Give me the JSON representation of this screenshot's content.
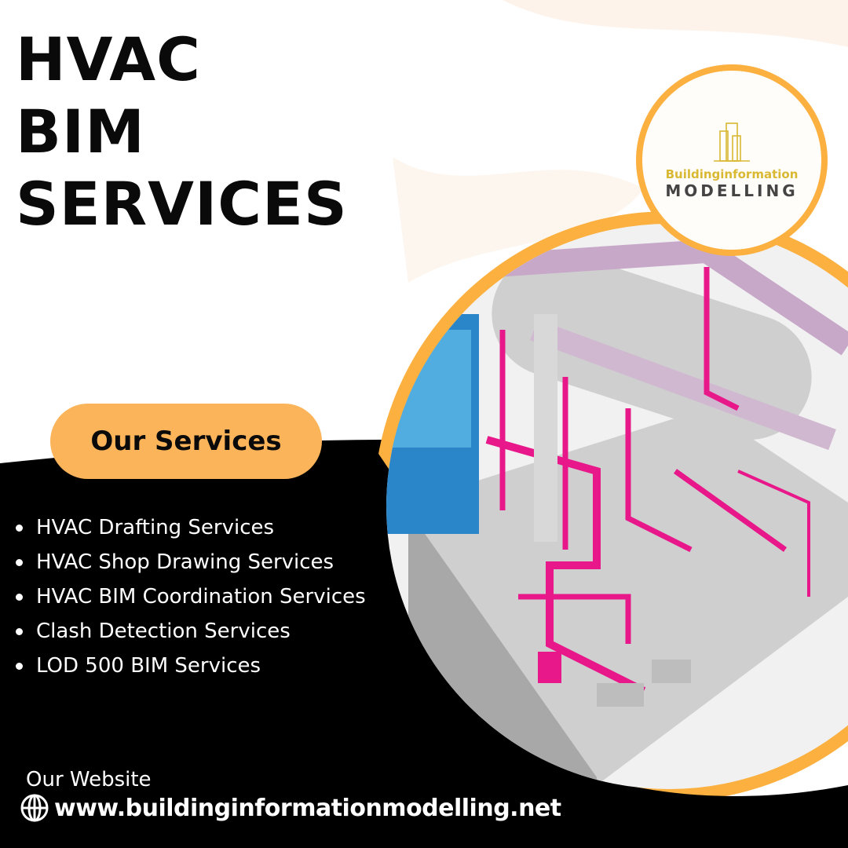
{
  "title_lines": [
    "HVAC",
    "BIM",
    "SERVICES"
  ],
  "services_button": "Our Services",
  "services": [
    "HVAC Drafting Services",
    "HVAC Shop Drawing Services",
    "HVAC BIM Coordination Services",
    "Clash Detection Services",
    "LOD 500 BIM Services"
  ],
  "website": {
    "label": "Our Website",
    "url": "www.buildinginformationmodelling.net",
    "icon": "globe-icon"
  },
  "logo": {
    "line1": "Buildinginformation",
    "line2": "MODELLING"
  },
  "colors": {
    "accent": "#fbb45a",
    "dark": "#000000",
    "pipe": "#e8178a",
    "logo_gold": "#d9b832"
  }
}
